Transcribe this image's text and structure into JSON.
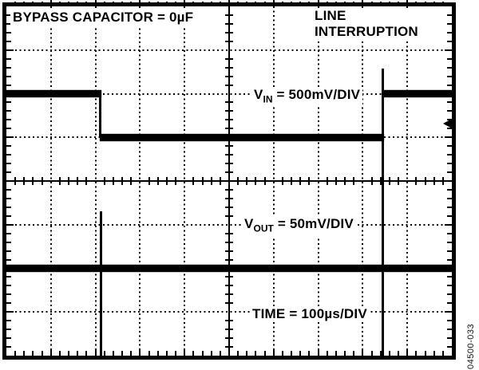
{
  "figure_number": "04500-033",
  "colors": {
    "trace": "#000000",
    "background": "#ffffff",
    "text": "#000000"
  },
  "labels": {
    "bypass": "BYPASS CAPACITOR = 0µF",
    "condition_line1": "LINE",
    "condition_line2": "INTERRUPTION",
    "vin": {
      "base": "V",
      "sub": "IN",
      "rest": " = 500mV/DIV"
    },
    "vout": {
      "base": "V",
      "sub": "OUT",
      "rest": " = 50mV/DIV"
    },
    "time": "TIME = 100µs/DIV"
  },
  "chart_data": {
    "type": "line",
    "subtype": "oscilloscope-screenshot",
    "title": "BYPASS CAPACITOR = 0µF",
    "annotation": "LINE INTERRUPTION",
    "x_axis": {
      "label": "TIME",
      "scale_per_div": "100µs",
      "divisions": 10,
      "minor_ticks_per_div": 5
    },
    "y_axis": {
      "divisions": 8,
      "minor_ticks_per_div": 5,
      "grid": "dotted"
    },
    "trigger_marker": {
      "shape": "left-arrow",
      "edge": "right",
      "y_div": 2.69
    },
    "series": [
      {
        "name": "VIN",
        "scale_per_div": "500mV",
        "description": "Input high at 2 div from top; drops 1 div (500mV) at t≈2.11 div, returns at t≈8.45 div with overshoot spike to ≈1.42 div",
        "segments_div": [
          {
            "t": "h",
            "x1": 0,
            "x2": 2.11,
            "y": 2
          },
          {
            "t": "v",
            "x": 2.11,
            "y1": 2,
            "y2": 3
          },
          {
            "t": "h",
            "x1": 2.11,
            "x2": 8.45,
            "y": 3
          },
          {
            "t": "v",
            "x": 8.45,
            "y1": 1.42,
            "y2": 3
          },
          {
            "t": "h",
            "x1": 8.45,
            "x2": 10,
            "y": 2
          }
        ]
      },
      {
        "name": "VOUT",
        "scale_per_div": "50mV",
        "description": "Output flat at 6 div from top; clipped transient glitch at t≈2.13 div (4.7 div down to bottom) and full-height clipped spike at t≈8.45 div",
        "segments_div": [
          {
            "t": "h",
            "x1": 0,
            "x2": 10,
            "y": 6
          },
          {
            "t": "v",
            "x": 2.13,
            "y1": 4.7,
            "y2": 8
          },
          {
            "t": "v",
            "x": 8.45,
            "y1": 3,
            "y2": 8
          }
        ]
      }
    ]
  }
}
